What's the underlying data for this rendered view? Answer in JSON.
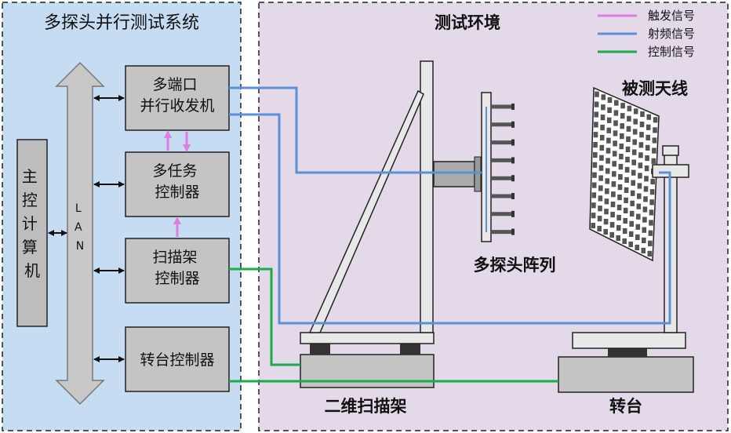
{
  "left_panel": {
    "title": "多探头并行测试系统",
    "main_computer": "主控计算机",
    "lan": "LAN",
    "transceiver": [
      "多端口",
      "并行收发机"
    ],
    "task_controller": [
      "多任务",
      "控制器"
    ],
    "scanner_controller": [
      "扫描架",
      "控制器"
    ],
    "turntable_controller": "转台控制器"
  },
  "right_panel": {
    "title": "测试环境",
    "probe_array": "多探头阵列",
    "aut": "被测天线",
    "scanner": "二维扫描架",
    "turntable": "转台"
  },
  "legend": {
    "items": [
      {
        "label": "触发信号",
        "color": "#e07de0"
      },
      {
        "label": "射频信号",
        "color": "#5b8fd9"
      },
      {
        "label": "控制信号",
        "color": "#1aab4a"
      }
    ]
  },
  "colors": {
    "left_bg": "#c5dcf3",
    "right_bg": "#e3d9e9",
    "box_fill": "#c4c4c4",
    "trigger": "#e07de0",
    "rf": "#5b8fd9",
    "control": "#1aab4a"
  }
}
